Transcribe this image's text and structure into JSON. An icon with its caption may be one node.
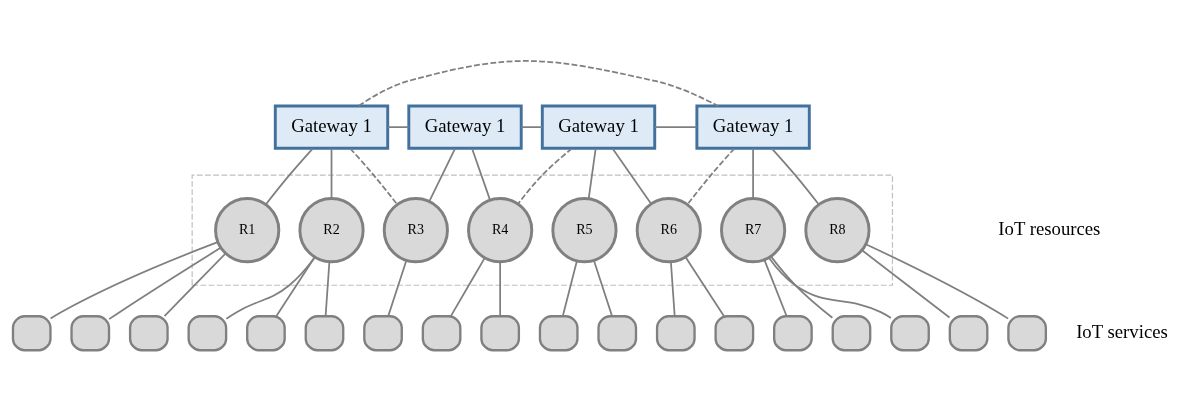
{
  "diagram": {
    "nodes": [
      {
        "text": [
          "Gateway 1"
        ]
      },
      {
        "text": [
          "Gateway 1"
        ]
      },
      {
        "text": [
          "Gateway 1"
        ]
      },
      {
        "text": [
          "Gateway 1"
        ]
      },
      {
        "text": [],
        "shape": "box"
      },
      {
        "text": [
          "R1"
        ],
        "in": 4
      },
      {
        "text": [
          "R2"
        ],
        "in": 4
      },
      {
        "text": [
          "R3"
        ],
        "in": 4
      },
      {
        "text": [
          "R4"
        ],
        "in": 4
      },
      {
        "text": [
          "R5"
        ],
        "in": 4
      },
      {
        "text": [
          "R6"
        ],
        "in": 4
      },
      {
        "text": [
          "R7"
        ],
        "in": 4
      },
      {
        "text": [
          "R8"
        ],
        "in": 4
      },
      {
        "text": [],
        "shape": "box"
      },
      {
        "text": [],
        "shape": "box"
      },
      {
        "text": [],
        "shape": "box"
      },
      {
        "text": [],
        "shape": "box"
      },
      {
        "text": [],
        "shape": "box"
      },
      {
        "text": [],
        "shape": "box"
      },
      {
        "text": [],
        "shape": "box"
      },
      {
        "text": [],
        "shape": "box"
      },
      {
        "text": [],
        "shape": "box"
      },
      {
        "text": [],
        "shape": "box"
      },
      {
        "text": [],
        "shape": "box"
      },
      {
        "text": [],
        "shape": "box"
      },
      {
        "text": [],
        "shape": "box"
      },
      {
        "text": [],
        "shape": "box"
      },
      {
        "text": [],
        "shape": "box"
      },
      {
        "text": [],
        "shape": "box"
      },
      {
        "text": [],
        "shape": "box"
      },
      {
        "text": [],
        "shape": "box"
      }
    ],
    "edges": [
      {
        "from": 0,
        "to": 1,
        "arrow": "none"
      },
      {
        "from": 1,
        "to": 2,
        "arrow": "none"
      },
      {
        "from": 2,
        "to": 3,
        "arrow": "none"
      },
      {
        "from": 0,
        "to": 3,
        "arrow": "none",
        "style": "dashed"
      },
      {
        "from": 0,
        "to": 5,
        "arrow": "none"
      },
      {
        "from": 0,
        "to": 6,
        "arrow": "none"
      },
      {
        "from": 0,
        "to": 7,
        "arrow": "none",
        "style": "dashed"
      },
      {
        "from": 1,
        "to": 7,
        "arrow": "none"
      },
      {
        "from": 1,
        "to": 8,
        "arrow": "none"
      },
      {
        "from": 2,
        "to": 8,
        "arrow": "none",
        "style": "dashed"
      },
      {
        "from": 2,
        "to": 9,
        "arrow": "none"
      },
      {
        "from": 2,
        "to": 10,
        "arrow": "none"
      },
      {
        "from": 3,
        "to": 10,
        "arrow": "none",
        "style": "dashed"
      },
      {
        "from": 3,
        "to": 11,
        "arrow": "none"
      },
      {
        "from": 3,
        "to": 12,
        "arrow": "none"
      },
      {
        "from": 5,
        "to": 13,
        "arrow": "none"
      },
      {
        "from": 5,
        "to": 14,
        "arrow": "none"
      },
      {
        "from": 5,
        "to": 15,
        "arrow": "none"
      },
      {
        "from": 6,
        "to": 16,
        "arrow": "none"
      },
      {
        "from": 6,
        "to": 17,
        "arrow": "none"
      },
      {
        "from": 6,
        "to": 18,
        "arrow": "none"
      },
      {
        "from": 7,
        "to": 19,
        "arrow": "none"
      },
      {
        "from": 8,
        "to": 20,
        "arrow": "none"
      },
      {
        "from": 8,
        "to": 21,
        "arrow": "none"
      },
      {
        "from": 9,
        "to": 22,
        "arrow": "none"
      },
      {
        "from": 9,
        "to": 23,
        "arrow": "none"
      },
      {
        "from": 10,
        "to": 24,
        "arrow": "none"
      },
      {
        "from": 10,
        "to": 25,
        "arrow": "none"
      },
      {
        "from": 11,
        "to": 26,
        "arrow": "none"
      },
      {
        "from": 11,
        "to": 27,
        "arrow": "none"
      },
      {
        "from": 11,
        "to": 28,
        "arrow": "none"
      },
      {
        "from": 12,
        "to": 29,
        "arrow": "none"
      },
      {
        "from": 12,
        "to": 30,
        "arrow": "none"
      }
    ],
    "labels": [
      "IoT resources",
      "IoT services"
    ]
  }
}
